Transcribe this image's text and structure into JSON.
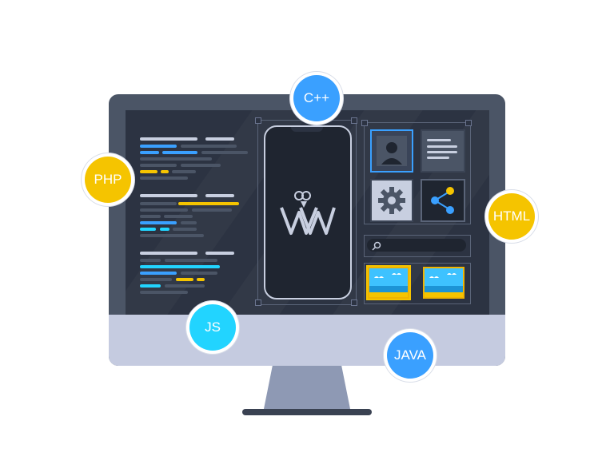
{
  "badges": {
    "cpp": "C++",
    "php": "PHP",
    "html": "HTML",
    "js": "JS",
    "java": "JAVA"
  },
  "logo_text": "W",
  "colors": {
    "blue": "#3aa0ff",
    "yellow": "#f5c400",
    "cyan": "#22d4ff",
    "screen": "#2c3342"
  },
  "icons": [
    "user-icon",
    "document-icon",
    "gear-icon",
    "share-icon",
    "search-icon",
    "image-icon"
  ]
}
